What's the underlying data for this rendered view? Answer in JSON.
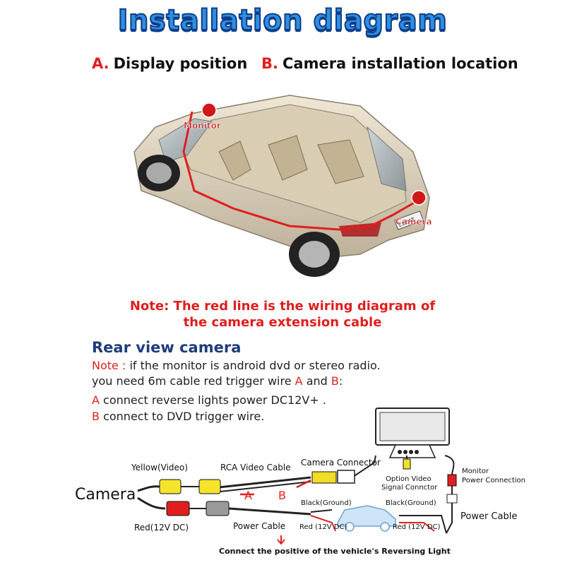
{
  "title": "Installation diagram",
  "sections": {
    "a_letter": "A.",
    "a_label": "Display position",
    "b_letter": "B.",
    "b_label": "Camera installation location"
  },
  "car_labels": {
    "monitor": "Monitor",
    "camera": "Camera",
    "plate": "ES?AT"
  },
  "note_red": {
    "line1": "Note: The red line is the wiring diagram of",
    "line2": "the camera extension cable"
  },
  "rear_view": {
    "title": "Rear view camera",
    "note_prefix": "Note :",
    "line1_rest": " if the monitor is android dvd or stereo radio.",
    "line2_pre": "you need 6m cable red trigger wire ",
    "line2_a": "A",
    "line2_mid": " and ",
    "line2_b": "B",
    "line2_end": ":",
    "line3_letter": "A",
    "line3_text": " connect reverse lights power DC12V+ .",
    "line4_letter": "B",
    "line4_text": " connect to DVD trigger wire."
  },
  "wiring": {
    "camera": "Camera",
    "yellow_video": "Yellow(Video)",
    "red_12v": "Red(12V DC)",
    "rca_video_cable": "RCA Video Cable",
    "camera_connector": "Camera Connector",
    "option_video_1": "Option Video",
    "option_video_2": "Signal Connctor",
    "monitor_power_1": "Monitor",
    "monitor_power_2": "Power Connection",
    "power_cable_right": "Power Cable",
    "power_cable_mid": "Power Cable",
    "black_ground_1": "Black(Ground)",
    "black_ground_2": "Black(Ground)",
    "red_12v_dc_1": "Red (12V DC)",
    "red_12v_dc_2": "Red (12V DC)",
    "wire_a": "A",
    "wire_b": "B",
    "bottom_note": "Connect the positive of the vehicle's Reversing Light"
  }
}
